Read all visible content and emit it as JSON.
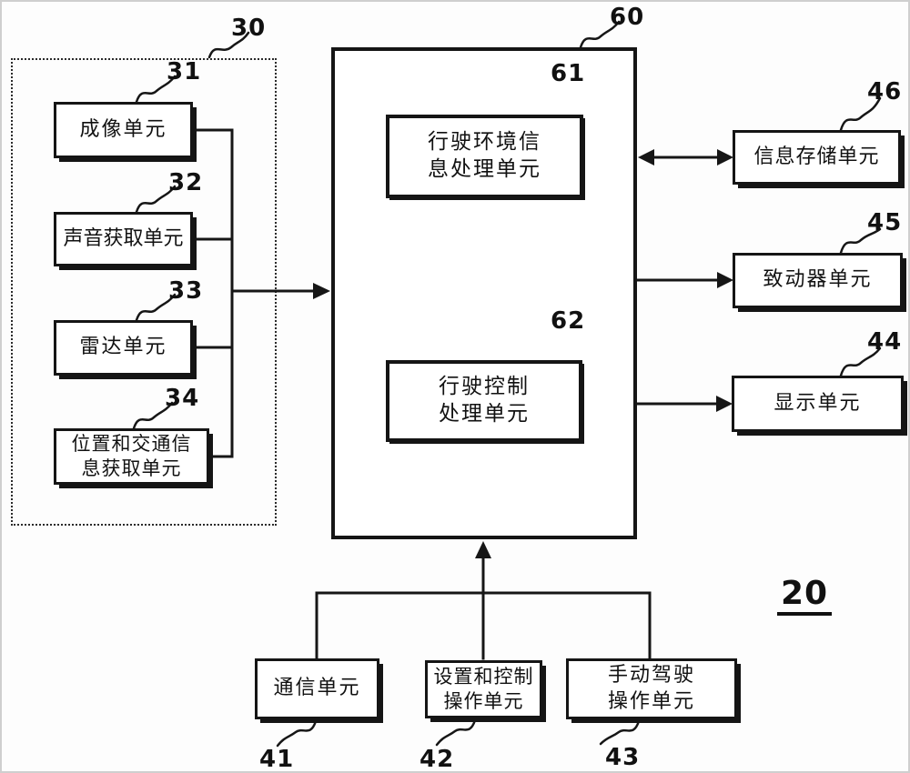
{
  "figure": {
    "system_ref": "20",
    "sensor_group_ref": "30",
    "main_unit_ref": "60"
  },
  "nodes": {
    "imaging_unit": {
      "ref": "31",
      "label": "成像单元"
    },
    "sound_acquisition_unit": {
      "ref": "32",
      "label": "声音获取单元"
    },
    "radar_unit": {
      "ref": "33",
      "label": "雷达单元"
    },
    "position_traffic_info_unit": {
      "ref": "34",
      "label": "位置和交通信\n息获取单元"
    },
    "driving_environment_info_processing_unit": {
      "ref": "61",
      "label": "行驶环境信\n息处理单元"
    },
    "driving_control_processing_unit": {
      "ref": "62",
      "label": "行驶控制\n处理单元"
    },
    "info_storage_unit": {
      "ref": "46",
      "label": "信息存储单元"
    },
    "actuator_unit": {
      "ref": "45",
      "label": "致动器单元"
    },
    "display_unit": {
      "ref": "44",
      "label": "显示单元"
    },
    "communication_unit": {
      "ref": "41",
      "label": "通信单元"
    },
    "setting_control_operation_unit": {
      "ref": "42",
      "label": "设置和控制\n操作单元"
    },
    "manual_driving_operation_unit": {
      "ref": "43",
      "label": "手动驾驶\n操作单元"
    }
  }
}
